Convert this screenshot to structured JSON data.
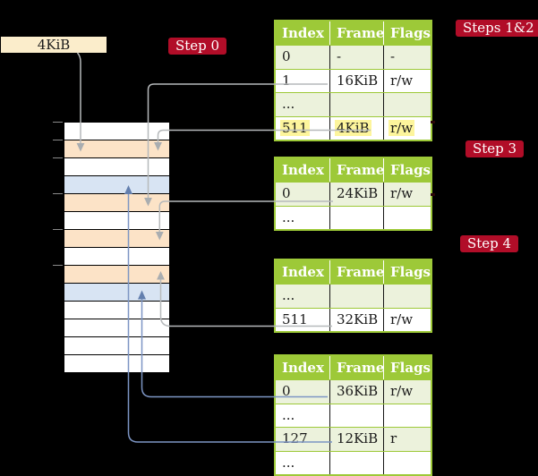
{
  "colors": {
    "bg": "#000000",
    "crimson": "#b10d28",
    "wheat": "#fbedcb",
    "table-green": "#9dc938",
    "row-green": "#ecf2dc",
    "hl-yellow": "#fdf59c",
    "peach": "#fce3c7",
    "blue-row": "#d8e4f3",
    "gray-line": "#b6b9bb",
    "gray-arrow": "#a9adb0",
    "blue-line": "#7d95c4",
    "blue-arrow": "#637fae",
    "tick-gray": "#8a8a8a",
    "mark-dark": "#2b0608"
  },
  "pointer_box": {
    "label": "4KiB"
  },
  "step_labels": {
    "step0": "Step 0",
    "steps12": "Steps 1&2",
    "step3": "Step 3",
    "step4": "Step 4"
  },
  "memory": {
    "rows": [
      "free",
      "pagetable",
      "free",
      "datapage",
      "pagetable",
      "free",
      "pagetable",
      "free",
      "pagetable",
      "datapage",
      "free",
      "free",
      "free",
      "free"
    ]
  },
  "tables": {
    "t1": {
      "headers": [
        "Index",
        "Frame",
        "Flags"
      ],
      "rows": [
        [
          "0",
          "-",
          "-"
        ],
        [
          "1",
          "16KiB",
          "r/w"
        ],
        [
          "...",
          "",
          ""
        ],
        [
          "511",
          "4KiB",
          "r/w"
        ]
      ]
    },
    "t2": {
      "headers": [
        "Index",
        "Frame",
        "Flags"
      ],
      "rows": [
        [
          "0",
          "24KiB",
          "r/w"
        ],
        [
          "...",
          "",
          ""
        ]
      ]
    },
    "t3": {
      "headers": [
        "Index",
        "Frame",
        "Flags"
      ],
      "rows": [
        [
          "...",
          "",
          ""
        ],
        [
          "511",
          "32KiB",
          "r/w"
        ]
      ]
    },
    "t4": {
      "headers": [
        "Index",
        "Frame",
        "Flags"
      ],
      "rows": [
        [
          "0",
          "36KiB",
          "r/w"
        ],
        [
          "...",
          "",
          ""
        ],
        [
          "127",
          "12KiB",
          "r"
        ],
        [
          "...",
          "",
          ""
        ]
      ]
    }
  },
  "connections": [
    {
      "from": "4KiB base box",
      "to": "frame at 4KiB"
    },
    {
      "from": "table1 entry 1 (16KiB)",
      "to": "frame at 16KiB"
    },
    {
      "from": "table1 entry 511 (4KiB)",
      "to": "frame at 4KiB"
    },
    {
      "from": "table2 entry 0 (24KiB)",
      "to": "frame at 24KiB"
    },
    {
      "from": "table3 entry 511 (32KiB)",
      "to": "frame at 32KiB"
    },
    {
      "from": "table4 entry 0 (36KiB)",
      "to": "frame at 36KiB"
    },
    {
      "from": "table4 entry 127 (12KiB)",
      "to": "frame at 12KiB"
    }
  ]
}
